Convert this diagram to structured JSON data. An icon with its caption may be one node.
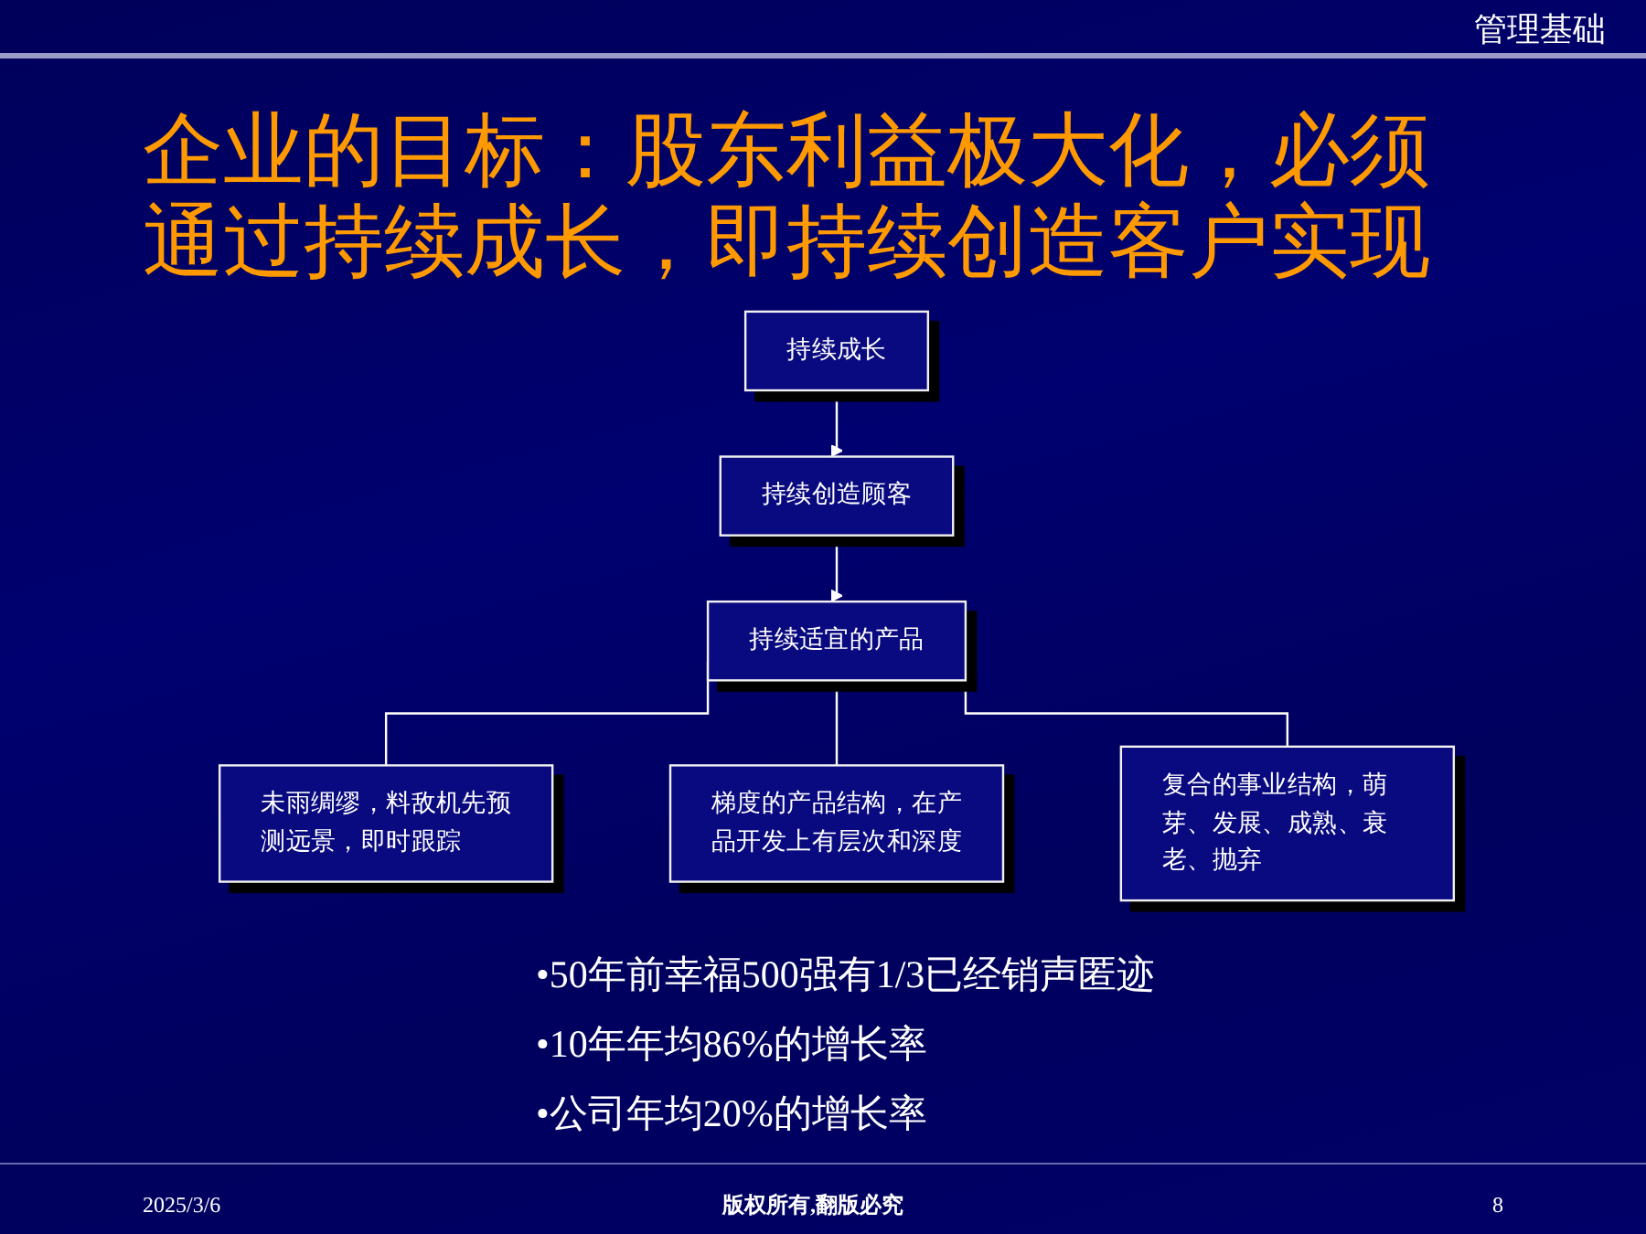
{
  "diagram": {
    "title": "企业的目标：股东利益极大化，必须通过持续成长，即持续创造客户实现",
    "nodes": [
      {
        "text": [
          "持续成长"
        ]
      },
      {
        "text": [
          "持续创造顾客"
        ]
      },
      {
        "text": [
          "持续适宜的产品"
        ]
      },
      {
        "text": [
          "未雨绸缪，料敌机先预测远景，即时跟踪"
        ]
      },
      {
        "text": [
          "梯度的产品结构，在产品开发上有层次和深度"
        ]
      },
      {
        "text": [
          "复合的事业结构，萌芽、发展、成熟、衰老、抛弃"
        ]
      }
    ],
    "edges": [
      {
        "from": 0,
        "to": 1,
        "arrow": "to"
      },
      {
        "from": 1,
        "to": 2,
        "arrow": "to"
      },
      {
        "from": 2,
        "to": 3,
        "arrow": "none"
      },
      {
        "from": 2,
        "to": 4,
        "arrow": "none"
      },
      {
        "from": 2,
        "to": 5,
        "arrow": "none"
      }
    ],
    "labels": [
      "管理基础",
      "•50年前幸福500强有1/3已经销声匿迹",
      "•10年年均86%的增长率",
      "•公司年均20%的增长率",
      "2025/3/6",
      "版权所有,翻版必究",
      "8"
    ]
  }
}
